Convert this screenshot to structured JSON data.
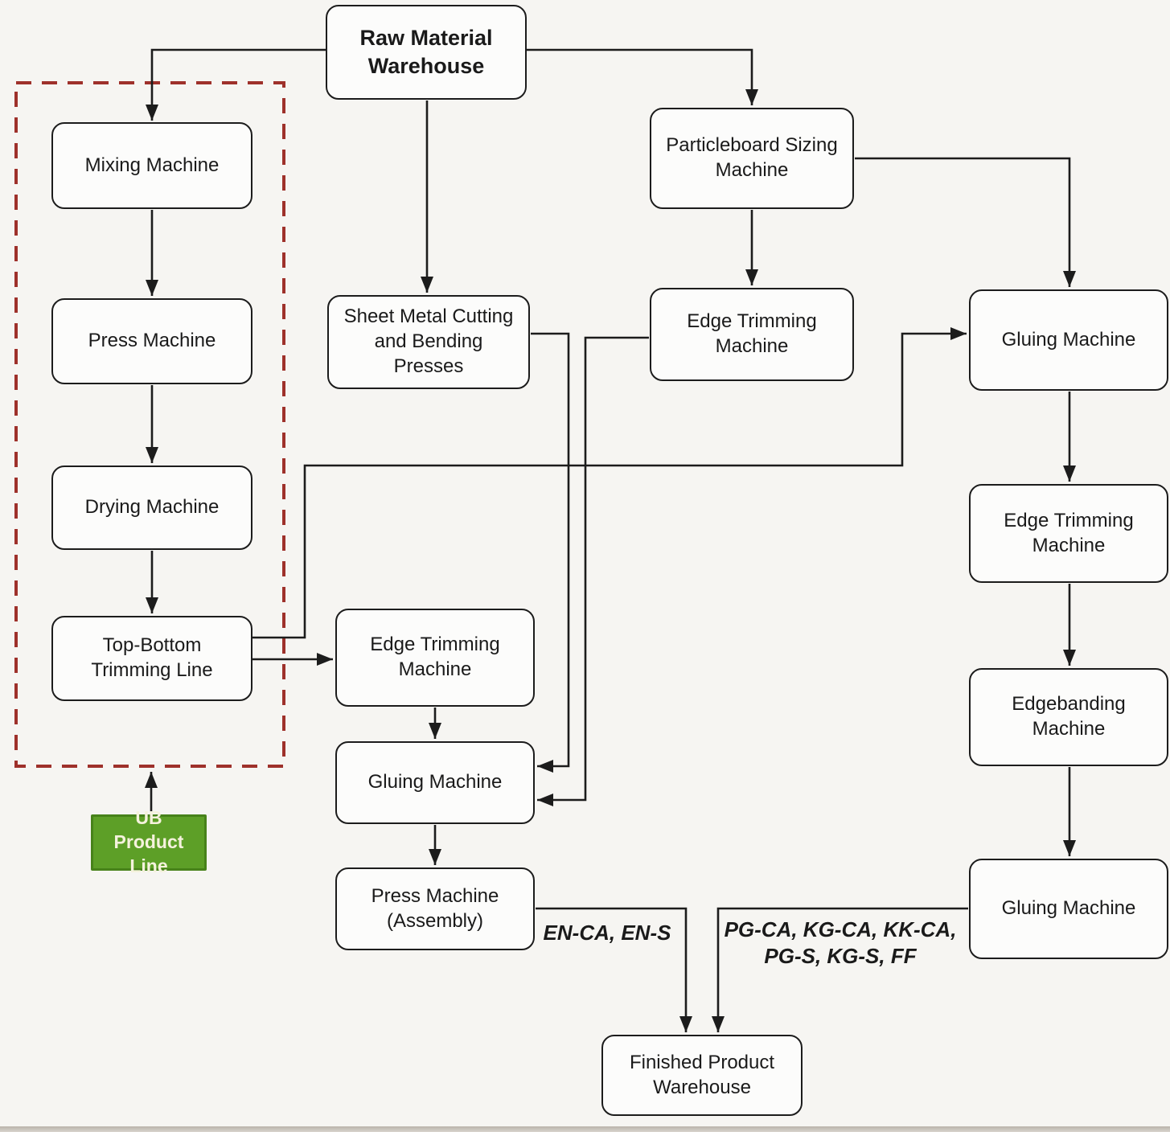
{
  "diagram": {
    "nodes": {
      "raw_material_warehouse": {
        "label": "Raw Material Warehouse"
      },
      "mixing_machine": {
        "label": "Mixing Machine"
      },
      "press_machine": {
        "label": "Press Machine"
      },
      "drying_machine": {
        "label": "Drying Machine"
      },
      "top_bottom_trimming_line": {
        "label": "Top-Bottom Trimming Line"
      },
      "sheet_metal_cutting": {
        "label": "Sheet Metal Cutting and Bending Presses"
      },
      "particleboard_sizing": {
        "label": "Particleboard Sizing Machine"
      },
      "edge_trimming_upper_right": {
        "label": "Edge Trimming Machine"
      },
      "gluing_right_top": {
        "label": "Gluing Machine"
      },
      "edge_trimming_right": {
        "label": "Edge Trimming Machine"
      },
      "edgebanding_machine": {
        "label": "Edgebanding Machine"
      },
      "gluing_right_bottom": {
        "label": "Gluing Machine"
      },
      "edge_trimming_middle": {
        "label": "Edge Trimming Machine"
      },
      "gluing_middle": {
        "label": "Gluing Machine"
      },
      "press_machine_assembly": {
        "label": "Press Machine (Assembly)"
      },
      "finished_product_warehouse": {
        "label": "Finished Product Warehouse"
      },
      "ub_product_line": {
        "label": "UB Product Line"
      }
    },
    "labels": {
      "en_products": "EN-CA, EN-S",
      "pg_products_line1": "PG-CA, KG-CA, KK-CA,",
      "pg_products_line2": "PG-S, KG-S, FF"
    },
    "colors": {
      "background": "#f6f5f2",
      "line": "#1c1c1c",
      "node_fill": "#fcfcfb",
      "node_border": "#1c1c1c",
      "dashed_boundary": "#9e312b",
      "ub_box_fill": "#5d9f27",
      "ub_box_border": "#47821a",
      "ub_box_text": "#f5f2dd"
    }
  }
}
